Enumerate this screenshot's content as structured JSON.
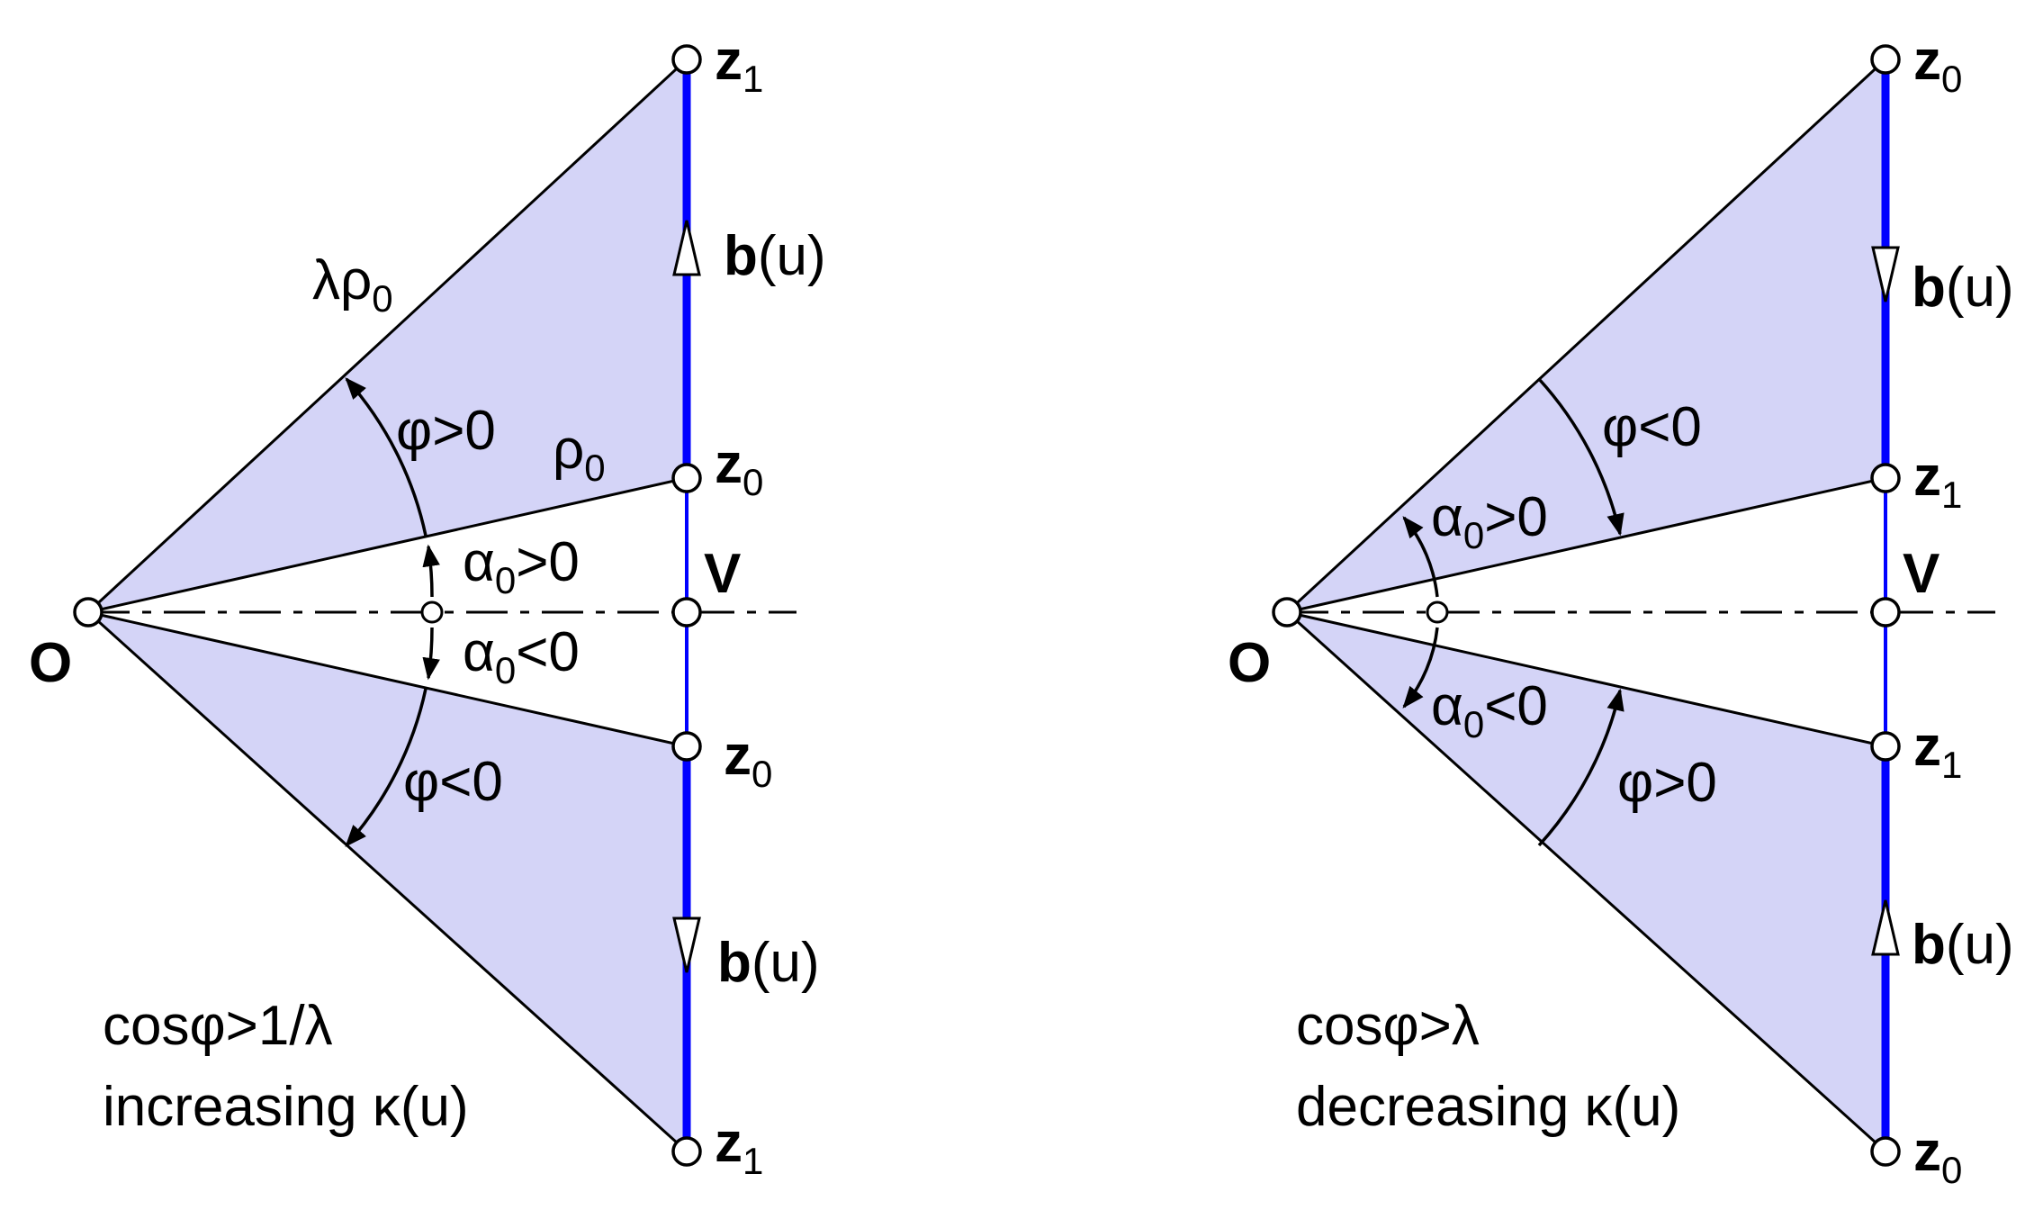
{
  "colors": {
    "fill": "#d4d4f7",
    "segment": "#0000ff",
    "line": "#000000",
    "background": "#ffffff"
  },
  "left": {
    "origin": "O",
    "vertex": "V",
    "top_end": {
      "base": "z",
      "sub": "1"
    },
    "upper_point": {
      "base": "z",
      "sub": "0"
    },
    "lower_point": {
      "base": "z",
      "sub": "0"
    },
    "bottom_end": {
      "base": "z",
      "sub": "1"
    },
    "lambda_rho": {
      "base": "λρ",
      "sub": "0"
    },
    "rho": {
      "base": "ρ",
      "sub": "0"
    },
    "alpha_pos": {
      "base": "α",
      "sub": "0",
      "rest": ">0"
    },
    "alpha_neg": {
      "base": "α",
      "sub": "0",
      "rest": "<0"
    },
    "phi_upper": "φ>0",
    "phi_lower": "φ<0",
    "b_top": {
      "bold": "b",
      "rest": "(u)"
    },
    "b_bottom": {
      "bold": "b",
      "rest": "(u)"
    },
    "caption_line1": "cosφ>1/λ",
    "caption_line2": "increasing κ(u)"
  },
  "right": {
    "origin": "O",
    "vertex": "V",
    "top_end": {
      "base": "z",
      "sub": "0"
    },
    "upper_point": {
      "base": "z",
      "sub": "1"
    },
    "lower_point": {
      "base": "z",
      "sub": "1"
    },
    "bottom_end": {
      "base": "z",
      "sub": "0"
    },
    "alpha_pos": {
      "base": "α",
      "sub": "0",
      "rest": ">0"
    },
    "alpha_neg": {
      "base": "α",
      "sub": "0",
      "rest": "<0"
    },
    "phi_upper": "φ<0",
    "phi_lower": "φ>0",
    "b_top": {
      "bold": "b",
      "rest": "(u)"
    },
    "b_bottom": {
      "bold": "b",
      "rest": "(u)"
    },
    "caption_line1": "cosφ>λ",
    "caption_line2": "decreasing κ(u)"
  }
}
